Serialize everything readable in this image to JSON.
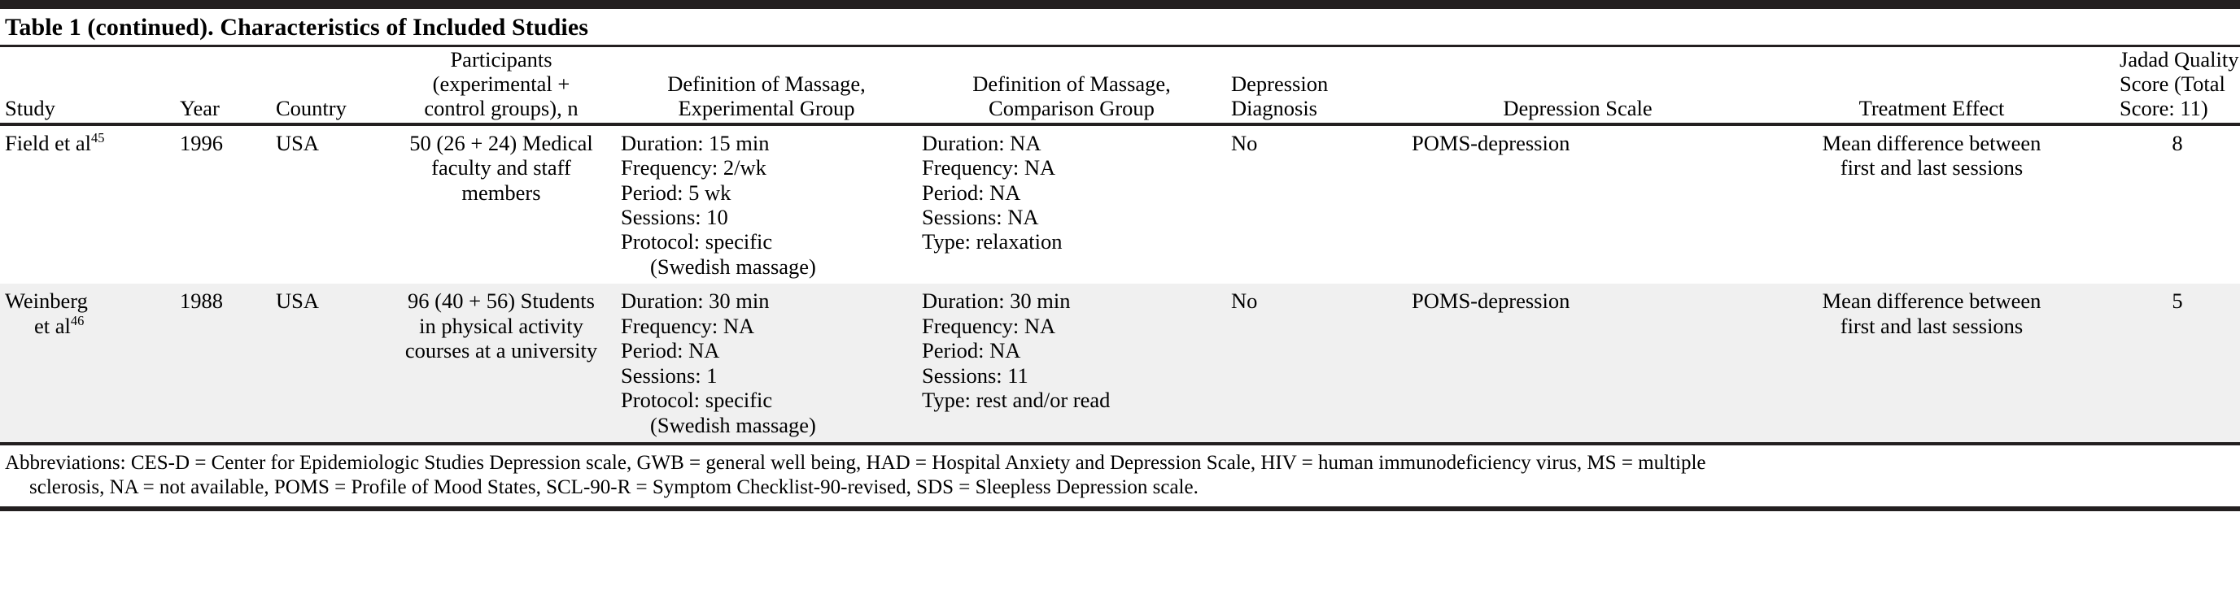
{
  "caption": "Table 1 (continued). Characteristics of Included Studies",
  "headers": {
    "study": "Study",
    "year": "Year",
    "country": "Country",
    "participants_line1": "Participants",
    "participants_line2": "(experimental +",
    "participants_line3": "control groups), n",
    "exp_line1": "Definition of Massage,",
    "exp_line2": "Experimental Group",
    "comp_line1": "Definition of Massage,",
    "comp_line2": "Comparison Group",
    "diag_line1": "Depression",
    "diag_line2": "Diagnosis",
    "scale": "Depression Scale",
    "treatment": "Treatment Effect",
    "jadad_line1": "Jadad Quality",
    "jadad_line2": "Score (Total",
    "jadad_line3": "Score: 11)"
  },
  "rows": [
    {
      "study_name": "Field et al",
      "study_ref": "45",
      "study_indent": "",
      "year": "1996",
      "country": "USA",
      "participants": [
        "50 (26 + 24) Medical",
        "faculty and staff",
        "members"
      ],
      "experimental": [
        "Duration: 15 min",
        "Frequency: 2/wk",
        "Period: 5 wk",
        "Sessions: 10",
        "Protocol: specific",
        "(Swedish massage)"
      ],
      "experimental_indent_last": true,
      "comparison": [
        "Duration: NA",
        "Frequency: NA",
        "Period: NA",
        "Sessions: NA",
        "Type: relaxation"
      ],
      "diagnosis": "No",
      "scale": "POMS-depression",
      "treatment": [
        "Mean difference between",
        "first and last sessions"
      ],
      "jadad": "8",
      "shaded": false
    },
    {
      "study_name": "Weinberg",
      "study_ref": "46",
      "study_indent": "et al",
      "year": "1988",
      "country": "USA",
      "participants": [
        "96 (40 + 56) Students",
        "in physical activity",
        "courses at a university"
      ],
      "experimental": [
        "Duration: 30 min",
        "Frequency: NA",
        "Period: NA",
        "Sessions: 1",
        "Protocol: specific",
        "(Swedish massage)"
      ],
      "experimental_indent_last": true,
      "comparison": [
        "Duration: 30 min",
        "Frequency: NA",
        "Period: NA",
        "Sessions: 11",
        "Type: rest and/or read"
      ],
      "diagnosis": "No",
      "scale": "POMS-depression",
      "treatment": [
        "Mean difference between",
        "first and last sessions"
      ],
      "jadad": "5",
      "shaded": true
    }
  ],
  "footnote": {
    "line1": "Abbreviations: CES-D = Center for Epidemiologic Studies Depression scale, GWB = general well being, HAD = Hospital Anxiety and Depression Scale, HIV = human immunodeficiency virus, MS = multiple",
    "line2": "sclerosis, NA = not available, POMS = Profile of Mood States, SCL-90-R = Symptom Checklist-90-revised, SDS = Sleepless Depression scale."
  }
}
